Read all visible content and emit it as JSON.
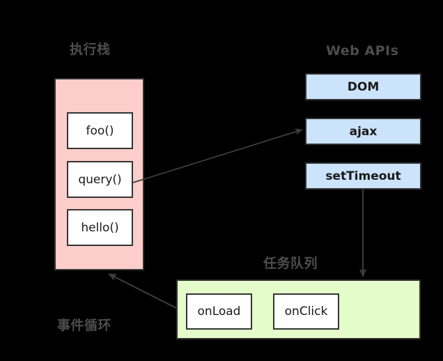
{
  "diagram": {
    "type": "javascript-event-loop",
    "background_color": "#000000",
    "labels": {
      "call_stack": "执行栈",
      "web_apis": "Web APIs",
      "task_queue": "任务队列",
      "event_loop": "事件循环"
    },
    "colors": {
      "call_stack_fill": "#fccecb",
      "task_queue_fill": "#e4fcc9",
      "web_api_fill": "#cbe3fb",
      "box_fill": "#ffffff",
      "stroke": "#333333",
      "label_text": "#4d4d4d",
      "box_text": "#1a1a1a"
    },
    "call_stack": {
      "frames": [
        {
          "label": "foo()"
        },
        {
          "label": "query()"
        },
        {
          "label": "hello()"
        }
      ]
    },
    "web_apis": {
      "items": [
        {
          "label": "DOM"
        },
        {
          "label": "ajax"
        },
        {
          "label": "setTimeout"
        }
      ]
    },
    "task_queue": {
      "tasks": [
        {
          "label": "onLoad"
        },
        {
          "label": "onClick"
        }
      ]
    },
    "arrows": [
      {
        "name": "query-to-ajax",
        "from": "query()",
        "to": "ajax"
      },
      {
        "name": "settimeout-to-taskqueue",
        "from": "setTimeout",
        "to": "任务队列"
      },
      {
        "name": "taskqueue-to-callstack",
        "from": "任务队列",
        "to": "执行栈"
      }
    ]
  }
}
